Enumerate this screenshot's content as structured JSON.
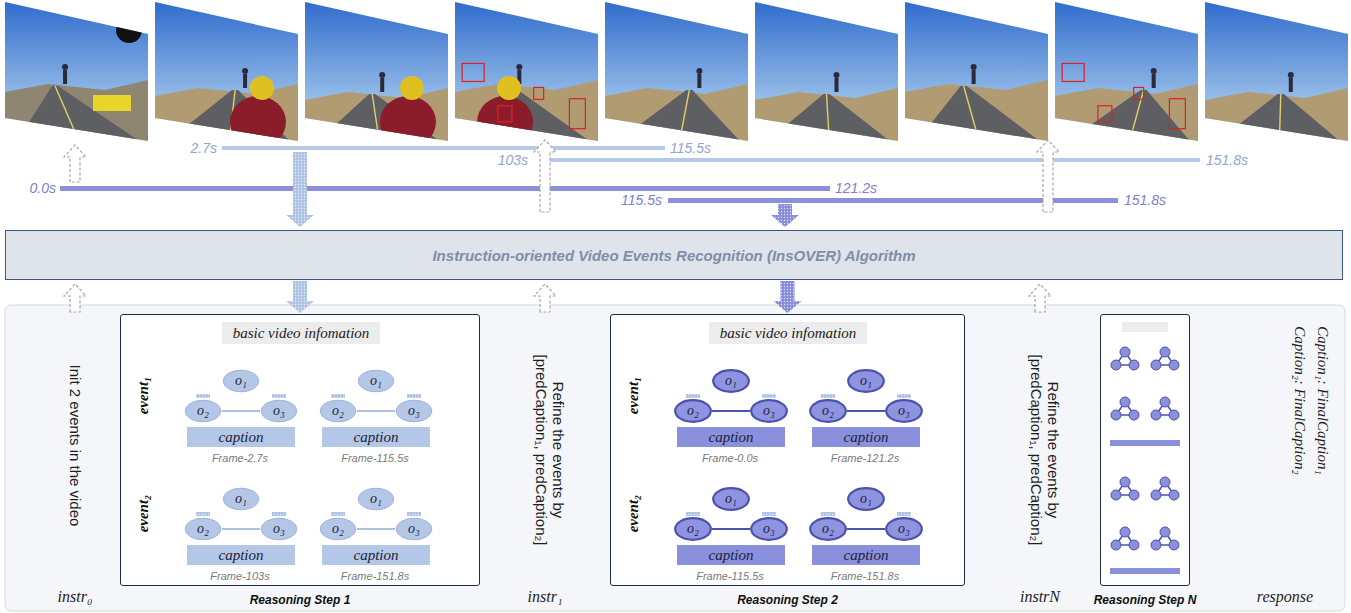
{
  "diagram": {
    "nodes": [
      {
        "text": [
          "Instruction-oriented Video Events Recognition (InsOVER) Algorithm"
        ]
      },
      {
        "text": [
          "Reasoning Step 1"
        ]
      },
      {
        "text": [
          "basic video infomation"
        ],
        "in": 1
      },
      {
        "text": [
          "o₁"
        ],
        "in": 1
      },
      {
        "text": [
          "o₂"
        ],
        "in": 1
      },
      {
        "text": [
          "o₃"
        ],
        "in": 1
      },
      {
        "text": [
          "caption"
        ],
        "in": 1
      },
      {
        "text": [
          "o₁"
        ],
        "in": 1
      },
      {
        "text": [
          "o₂"
        ],
        "in": 1
      },
      {
        "text": [
          "o₃"
        ],
        "in": 1
      },
      {
        "text": [
          "caption"
        ],
        "in": 1
      },
      {
        "text": [
          "o₁"
        ],
        "in": 1
      },
      {
        "text": [
          "o₂"
        ],
        "in": 1
      },
      {
        "text": [
          "o₃"
        ],
        "in": 1
      },
      {
        "text": [
          "caption"
        ],
        "in": 1
      },
      {
        "text": [
          "o₁"
        ],
        "in": 1
      },
      {
        "text": [
          "o₂"
        ],
        "in": 1
      },
      {
        "text": [
          "o₃"
        ],
        "in": 1
      },
      {
        "text": [
          "caption"
        ],
        "in": 1
      },
      {
        "text": [
          "Reasoning Step 2"
        ]
      },
      {
        "text": [
          "basic video infomation"
        ],
        "in": 19
      },
      {
        "text": [
          "o₁"
        ],
        "in": 19
      },
      {
        "text": [
          "o₂"
        ],
        "in": 19
      },
      {
        "text": [
          "o₃"
        ],
        "in": 19
      },
      {
        "text": [
          "caption"
        ],
        "in": 19
      },
      {
        "text": [
          "o₁"
        ],
        "in": 19
      },
      {
        "text": [
          "o₂"
        ],
        "in": 19
      },
      {
        "text": [
          "o₃"
        ],
        "in": 19
      },
      {
        "text": [
          "caption"
        ],
        "in": 19
      },
      {
        "text": [
          "o₁"
        ],
        "in": 19
      },
      {
        "text": [
          "o₂"
        ],
        "in": 19
      },
      {
        "text": [
          "o₃"
        ],
        "in": 19
      },
      {
        "text": [
          "caption"
        ],
        "in": 19
      },
      {
        "text": [
          "o₁"
        ],
        "in": 19
      },
      {
        "text": [
          "o₂"
        ],
        "in": 19
      },
      {
        "text": [
          "o₃"
        ],
        "in": 19
      },
      {
        "text": [
          "caption"
        ],
        "in": 19
      },
      {
        "text": [
          "Reasoning Step N"
        ]
      }
    ],
    "edges": [
      {
        "from": 0,
        "to": 1,
        "arrow": "to"
      },
      {
        "from": 0,
        "to": 19,
        "arrow": "to"
      },
      {
        "from": 3,
        "to": 4,
        "arrow": "none"
      },
      {
        "from": 3,
        "to": 5,
        "arrow": "none"
      },
      {
        "from": 4,
        "to": 5,
        "arrow": "none"
      },
      {
        "from": 7,
        "to": 8,
        "arrow": "none"
      },
      {
        "from": 7,
        "to": 9,
        "arrow": "none"
      },
      {
        "from": 8,
        "to": 9,
        "arrow": "none"
      },
      {
        "from": 11,
        "to": 12,
        "arrow": "none"
      },
      {
        "from": 11,
        "to": 13,
        "arrow": "none"
      },
      {
        "from": 12,
        "to": 13,
        "arrow": "none"
      },
      {
        "from": 15,
        "to": 16,
        "arrow": "none"
      },
      {
        "from": 15,
        "to": 17,
        "arrow": "none"
      },
      {
        "from": 16,
        "to": 17,
        "arrow": "none"
      },
      {
        "from": 21,
        "to": 22,
        "arrow": "none"
      },
      {
        "from": 21,
        "to": 23,
        "arrow": "none"
      },
      {
        "from": 22,
        "to": 23,
        "arrow": "none"
      },
      {
        "from": 25,
        "to": 26,
        "arrow": "none"
      },
      {
        "from": 25,
        "to": 27,
        "arrow": "none"
      },
      {
        "from": 26,
        "to": 27,
        "arrow": "none"
      },
      {
        "from": 29,
        "to": 30,
        "arrow": "none"
      },
      {
        "from": 29,
        "to": 31,
        "arrow": "none"
      },
      {
        "from": 30,
        "to": 31,
        "arrow": "none"
      },
      {
        "from": 33,
        "to": 34,
        "arrow": "none"
      },
      {
        "from": 33,
        "to": 35,
        "arrow": "none"
      },
      {
        "from": 34,
        "to": 35,
        "arrow": "none"
      }
    ],
    "labels": [
      "2.7s",
      "115.5s",
      "103s",
      "151.8s",
      "0.0s",
      "121.2s",
      "115.5s",
      "151.8s",
      "Init 2 events in the video",
      "instr₀",
      "event₁",
      "Frame-2.7s",
      "Frame-115.5s",
      "event₂",
      "Frame-103s",
      "Frame-151.8s",
      "Refine the events by [predCaption₁, predCaption₂]",
      "instr₁",
      "event₁",
      "Frame-0.0s",
      "Frame-121.2s",
      "event₂",
      "Frame-115.5s",
      "Frame-151.8s",
      "Refine the events by [predCaption₁, predCaption₂]",
      "instrN",
      "Caption₁: FinalCaption₁",
      "Caption₂: FinalCaption₂",
      "response"
    ]
  }
}
